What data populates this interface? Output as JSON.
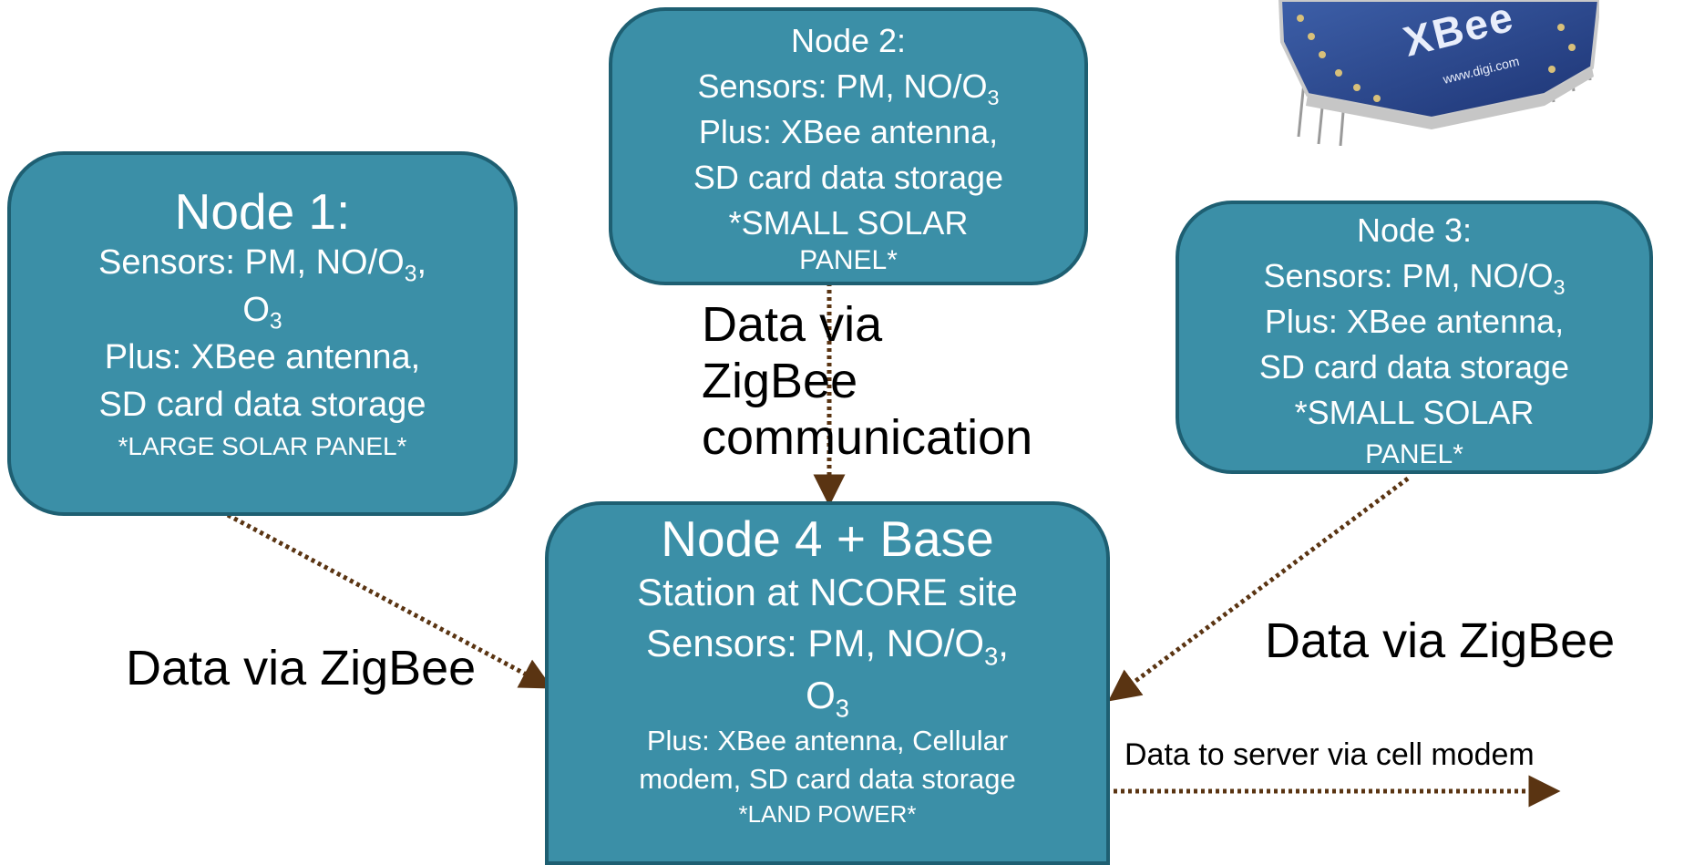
{
  "node1": {
    "title": "Node 1:",
    "sensors": "Sensors: PM, NO/O",
    "sensors_sub": "3",
    "sensors_tail": ",",
    "o3": "O",
    "o3_sub": "3",
    "plus": "Plus: XBee antenna,",
    "storage": "SD card data storage",
    "power": "*LARGE SOLAR PANEL*"
  },
  "node2": {
    "title": "Node 2:",
    "sensors": "Sensors: PM, NO/O",
    "sensors_sub": "3",
    "plus": "Plus: XBee antenna,",
    "storage": "SD card data storage",
    "power_1": "*SMALL SOLAR",
    "power_2": "PANEL*"
  },
  "node3": {
    "title": "Node 3:",
    "sensors": "Sensors: PM, NO/O",
    "sensors_sub": "3",
    "plus": "Plus: XBee antenna,",
    "storage": "SD card data storage",
    "power_1": "*SMALL SOLAR",
    "power_2": "PANEL*"
  },
  "node4": {
    "title": "Node 4 + Base",
    "station": "Station at NCORE site",
    "sensors": "Sensors: PM, NO/O",
    "sensors_sub": "3",
    "sensors_tail": ",",
    "o3": "O",
    "o3_sub": "3",
    "plus_1": "Plus: XBee antenna, Cellular",
    "plus_2": "modem, SD card data storage",
    "power": "*LAND POWER*"
  },
  "labels": {
    "center_1": "Data via",
    "center_2": "ZigBee",
    "center_3": "communication",
    "left": "Data via ZigBee",
    "right": "Data via ZigBee",
    "server": "Data to server via cell modem"
  },
  "colors": {
    "node_fill": "#3b8fa7",
    "node_border": "#1e5f72",
    "arrow": "#5a3412"
  },
  "image": {
    "xbee_board": "xbee-series2-module-photo"
  }
}
